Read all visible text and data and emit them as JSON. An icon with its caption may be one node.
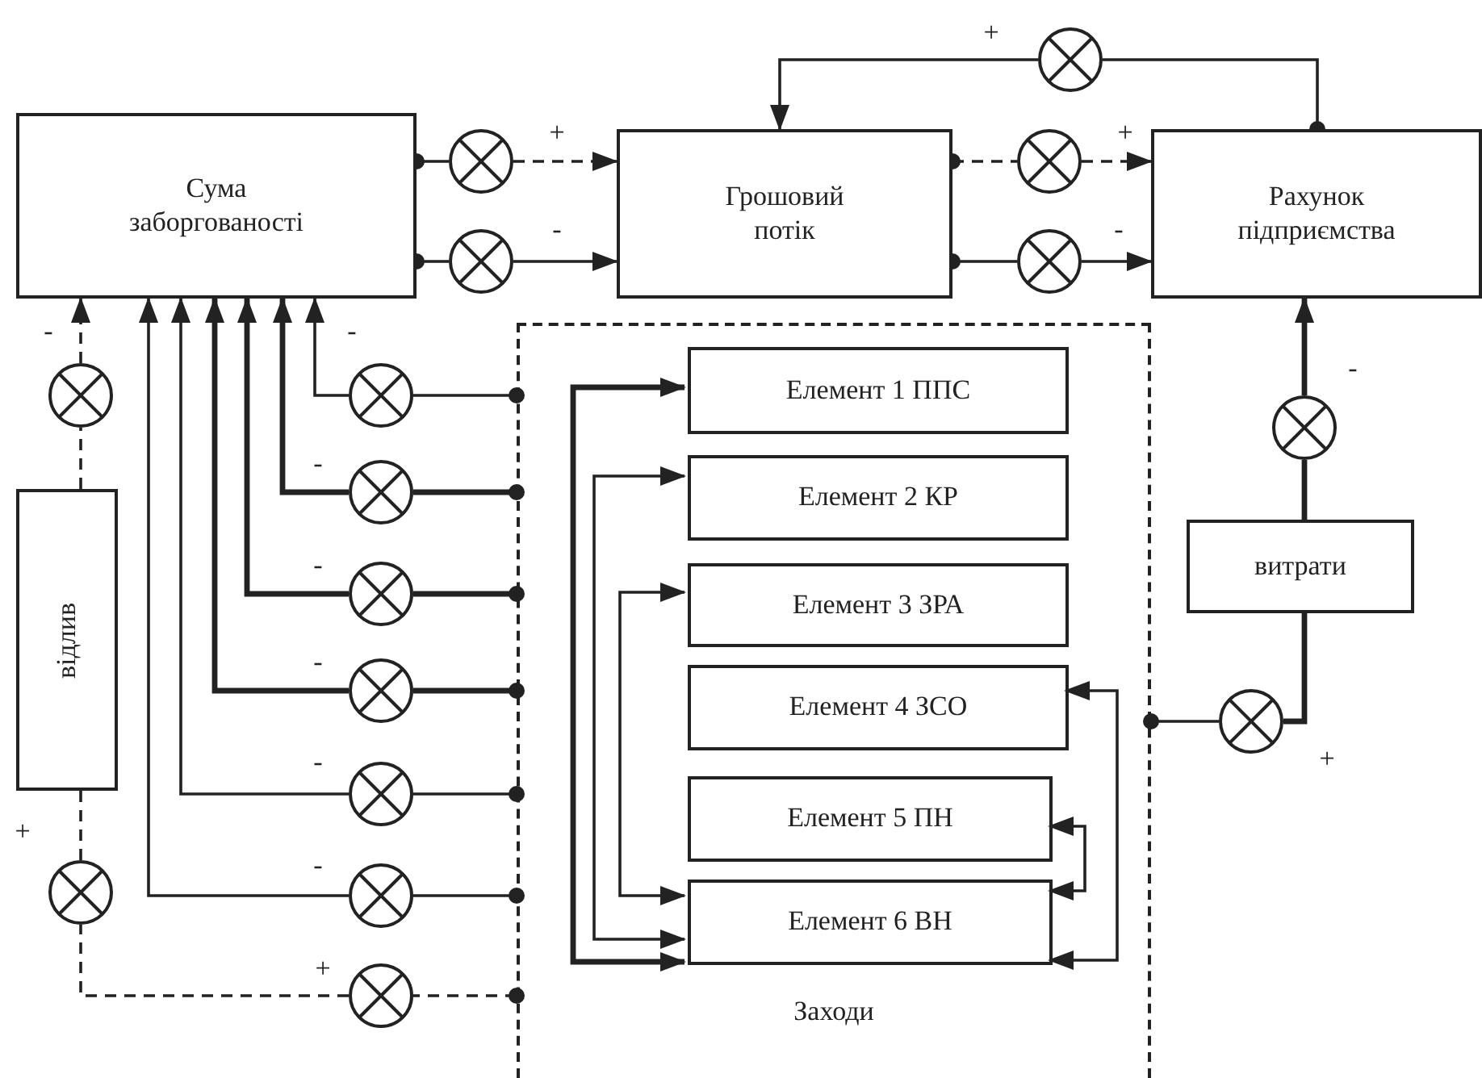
{
  "diagram": {
    "nodes": [
      {
        "text": [
          "Сума заборгованості"
        ]
      },
      {
        "text": [
          "Грошовий потік"
        ]
      },
      {
        "text": [
          "Рахунок підприємства"
        ]
      },
      {
        "text": [
          "Заходи"
        ]
      },
      {
        "text": [
          "Елемент 1 ППС"
        ],
        "in": 3
      },
      {
        "text": [
          "Елемент 2 КР"
        ],
        "in": 3
      },
      {
        "text": [
          "Елемент 3 ЗРА"
        ],
        "in": 3
      },
      {
        "text": [
          "Елемент 4 ЗСО"
        ],
        "in": 3
      },
      {
        "text": [
          "Елемент 5 ПН"
        ],
        "in": 3
      },
      {
        "text": [
          "Елемент 6 ВН"
        ],
        "in": 3
      },
      {
        "text": [
          "відлив"
        ]
      },
      {
        "text": [
          "витрати"
        ]
      },
      {
        "text": [],
        "shape": "circle"
      },
      {
        "text": [],
        "shape": "circle"
      },
      {
        "text": [],
        "shape": "circle"
      },
      {
        "text": [],
        "shape": "circle"
      },
      {
        "text": [],
        "shape": "circle"
      },
      {
        "text": [],
        "shape": "circle"
      },
      {
        "text": [],
        "shape": "circle"
      },
      {
        "text": [],
        "shape": "circle"
      },
      {
        "text": [],
        "shape": "circle"
      },
      {
        "text": [],
        "shape": "circle"
      },
      {
        "text": [],
        "shape": "circle"
      },
      {
        "text": [],
        "shape": "circle"
      },
      {
        "text": [],
        "shape": "circle"
      },
      {
        "text": [],
        "shape": "circle"
      },
      {
        "text": [],
        "shape": "circle"
      },
      {
        "text": [],
        "shape": "circle"
      }
    ],
    "edges": [
      {
        "from": 2,
        "to": 12,
        "arrow": "other"
      },
      {
        "from": 12,
        "to": 1,
        "arrow": "to",
        "label": "+"
      },
      {
        "from": 0,
        "to": 13,
        "arrow": "other"
      },
      {
        "from": 13,
        "to": 1,
        "arrow": "to",
        "label": "+",
        "style": "dashed"
      },
      {
        "from": 0,
        "to": 14,
        "arrow": "other"
      },
      {
        "from": 14,
        "to": 1,
        "arrow": "to",
        "label": "-"
      },
      {
        "from": 1,
        "to": 15,
        "arrow": "other",
        "style": "dashed"
      },
      {
        "from": 15,
        "to": 2,
        "arrow": "to",
        "label": "+",
        "style": "dashed"
      },
      {
        "from": 1,
        "to": 16,
        "arrow": "other"
      },
      {
        "from": 16,
        "to": 2,
        "arrow": "to",
        "label": "-"
      },
      {
        "from": 10,
        "to": 17,
        "arrow": "none",
        "style": "dashed"
      },
      {
        "from": 17,
        "to": 0,
        "arrow": "to",
        "label": "-",
        "style": "dashed"
      },
      {
        "from": 3,
        "to": 18,
        "arrow": "other"
      },
      {
        "from": 18,
        "to": 0,
        "arrow": "to",
        "label": "-"
      },
      {
        "from": 3,
        "to": 19,
        "arrow": "other",
        "style": "thick"
      },
      {
        "from": 19,
        "to": 0,
        "arrow": "to",
        "label": "-",
        "style": "thick"
      },
      {
        "from": 3,
        "to": 20,
        "arrow": "other",
        "style": "thick"
      },
      {
        "from": 20,
        "to": 0,
        "arrow": "to",
        "label": "-",
        "style": "thick"
      },
      {
        "from": 3,
        "to": 21,
        "arrow": "other",
        "style": "thick"
      },
      {
        "from": 21,
        "to": 0,
        "arrow": "to",
        "label": "-",
        "style": "thick"
      },
      {
        "from": 3,
        "to": 22,
        "arrow": "other"
      },
      {
        "from": 22,
        "to": 0,
        "arrow": "to",
        "label": "-"
      },
      {
        "from": 3,
        "to": 23,
        "arrow": "other"
      },
      {
        "from": 23,
        "to": 0,
        "arrow": "to",
        "label": "-"
      },
      {
        "from": 3,
        "to": 24,
        "arrow": "other",
        "style": "dashed"
      },
      {
        "from": 24,
        "to": 25,
        "arrow": "none",
        "label": "+",
        "style": "dashed"
      },
      {
        "from": 25,
        "to": 10,
        "arrow": "none",
        "label": "+",
        "style": "dashed"
      },
      {
        "from": 3,
        "to": 26,
        "arrow": "other"
      },
      {
        "from": 26,
        "to": 11,
        "arrow": "none",
        "label": "+",
        "style": "thick"
      },
      {
        "from": 11,
        "to": 27,
        "arrow": "none",
        "style": "thick"
      },
      {
        "from": 27,
        "to": 2,
        "arrow": "to",
        "label": "-",
        "style": "thick"
      },
      {
        "from": 4,
        "to": 9,
        "arrow": "both",
        "style": "thick"
      },
      {
        "from": 5,
        "to": 9,
        "arrow": "both"
      },
      {
        "from": 6,
        "to": 9,
        "arrow": "both"
      },
      {
        "from": 7,
        "to": 9,
        "arrow": "both"
      },
      {
        "from": 8,
        "to": 9,
        "arrow": "both"
      }
    ]
  }
}
